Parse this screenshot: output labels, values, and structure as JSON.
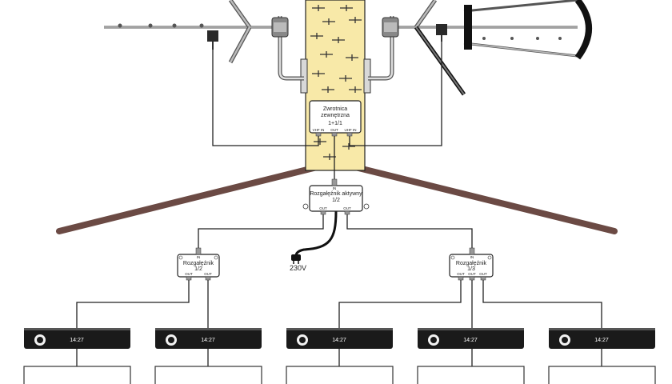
{
  "diplexer": {
    "title_line1": "Zwrotnica",
    "title_line2": "zewnętrzna",
    "ratio": "1+1/1",
    "port_vhf": "VHF IN",
    "port_out": "OUT",
    "port_uhf": "UHF IN"
  },
  "active_splitter": {
    "port_in": "IN",
    "title": "Rozgałęźnik aktywny",
    "ratio": "1/2",
    "port_out_1": "OUT",
    "port_out_2": "OUT"
  },
  "power": {
    "label": "230V"
  },
  "left_splitter": {
    "port_in": "IN",
    "title": "Rozgałęźnik",
    "ratio": "1/2",
    "port_out_1": "OUT",
    "port_out_2": "OUT"
  },
  "right_splitter": {
    "port_in": "IN",
    "title": "Rozgałęźnik",
    "ratio": "1/3",
    "port_out_1": "OUT",
    "port_out_2": "OUT",
    "port_out_3": "OUT"
  },
  "receivers": [
    {
      "time": "14:27"
    },
    {
      "time": "14:27"
    },
    {
      "time": "14:27"
    },
    {
      "time": "14:27"
    },
    {
      "time": "14:27"
    }
  ],
  "colors": {
    "chimney": "#f8e9a8",
    "roof": "#6b4a44",
    "cable": "#222222",
    "receiver": "#1a1a1a",
    "antenna": "#9a9a9a"
  }
}
